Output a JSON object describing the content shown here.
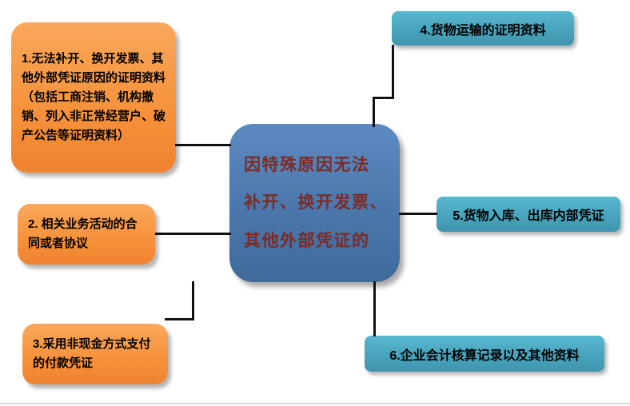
{
  "diagram": {
    "center": {
      "lines": [
        "因特殊原因无法",
        "补开、换开发票、",
        "其他外部凭证的"
      ],
      "fill_color": "#4F81BD",
      "text_color": "#7D2B23"
    },
    "left": [
      {
        "label": "1.无法补开、换开发票、其他外部凭证原因的证明资料（包括工商注销、机构撤销、列入非正常经营户、破产公告等证明资料）",
        "fill_color": "#F79646"
      },
      {
        "label": "2. 相关业务活动的合同或者协议",
        "fill_color": "#F79646"
      },
      {
        "label": "3.采用非现金方式支付的付款凭证",
        "fill_color": "#F79646"
      }
    ],
    "right": [
      {
        "label": "4.货物运输的证明资料",
        "fill_color": "#4BACC6"
      },
      {
        "label": "5.货物入库、出库内部凭证",
        "fill_color": "#4BACC6"
      },
      {
        "label": "6.企业会计核算记录以及其他资料",
        "fill_color": "#4BACC6"
      }
    ],
    "connector_color": "#111111",
    "background_color": "#FFFFFF"
  }
}
